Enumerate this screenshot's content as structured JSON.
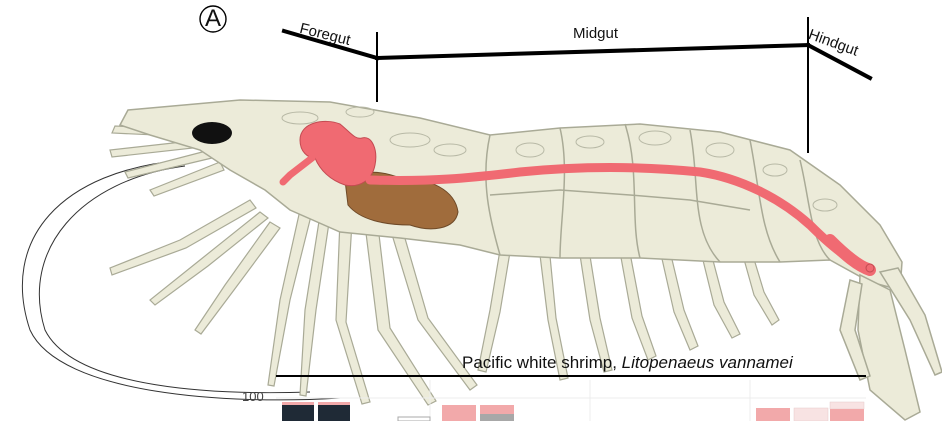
{
  "panel_label": "A",
  "gut_sections": {
    "foregut": "Foregut",
    "midgut": "Midgut",
    "hindgut": "Hindgut"
  },
  "caption": {
    "common_name": "Pacific white shrimp, ",
    "scientific_name": "Litopenaeus vannamei"
  },
  "chart_partial": {
    "y_tick": "100"
  },
  "colors": {
    "shrimp_body": "#ecebd9",
    "shrimp_outline": "#a9aa96",
    "gut_tract": "#f06a72",
    "hepatopancreas": "#a06c3c",
    "eye": "#111111",
    "bar_dark": "#1f2a36",
    "bar_pink": "#f2a9aa",
    "bar_light_pink": "#f8e3e3",
    "bar_grey": "#a8a8a8"
  }
}
